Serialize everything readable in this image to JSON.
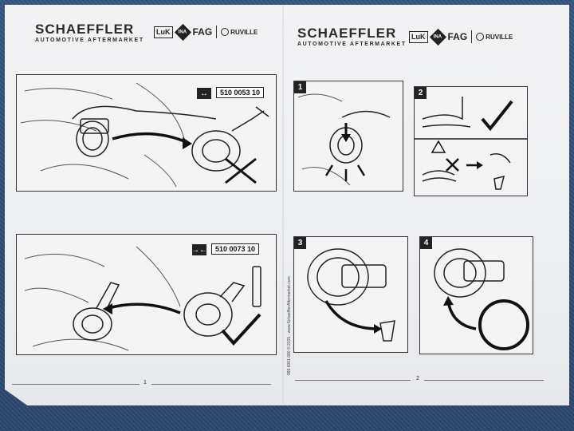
{
  "page1": {
    "brand_name": "SCHAEFFLER",
    "brand_sub": "AUTOMOTIVE AFTERMARKET",
    "logos": {
      "luk": "LuK",
      "ina": "INA",
      "fag": "FAG",
      "ruville": "RUVILLE"
    },
    "panels": [
      {
        "part_number": "510 0053 10",
        "direction_icon": "arrows-outward-icon",
        "verdict": "wrong-cross"
      },
      {
        "part_number": "510 0073 10",
        "direction_icon": "arrows-inward-icon",
        "verdict": "correct-check"
      }
    ],
    "footer_page": "1",
    "vertical_text": "999 6001 680 © 2015 · www.SchaefflerAftermarket.com"
  },
  "page2": {
    "brand_name": "SCHAEFFLER",
    "brand_sub": "AUTOMOTIVE AFTERMARKET",
    "logos": {
      "luk": "LuK",
      "ina": "INA",
      "fag": "FAG",
      "ruville": "RUVILLE"
    },
    "steps": [
      "1",
      "2",
      "3",
      "4"
    ],
    "footer_page": "2"
  },
  "colors": {
    "paper": "#f0f1f3",
    "ink": "#222222",
    "background": "#2f4f7a"
  }
}
